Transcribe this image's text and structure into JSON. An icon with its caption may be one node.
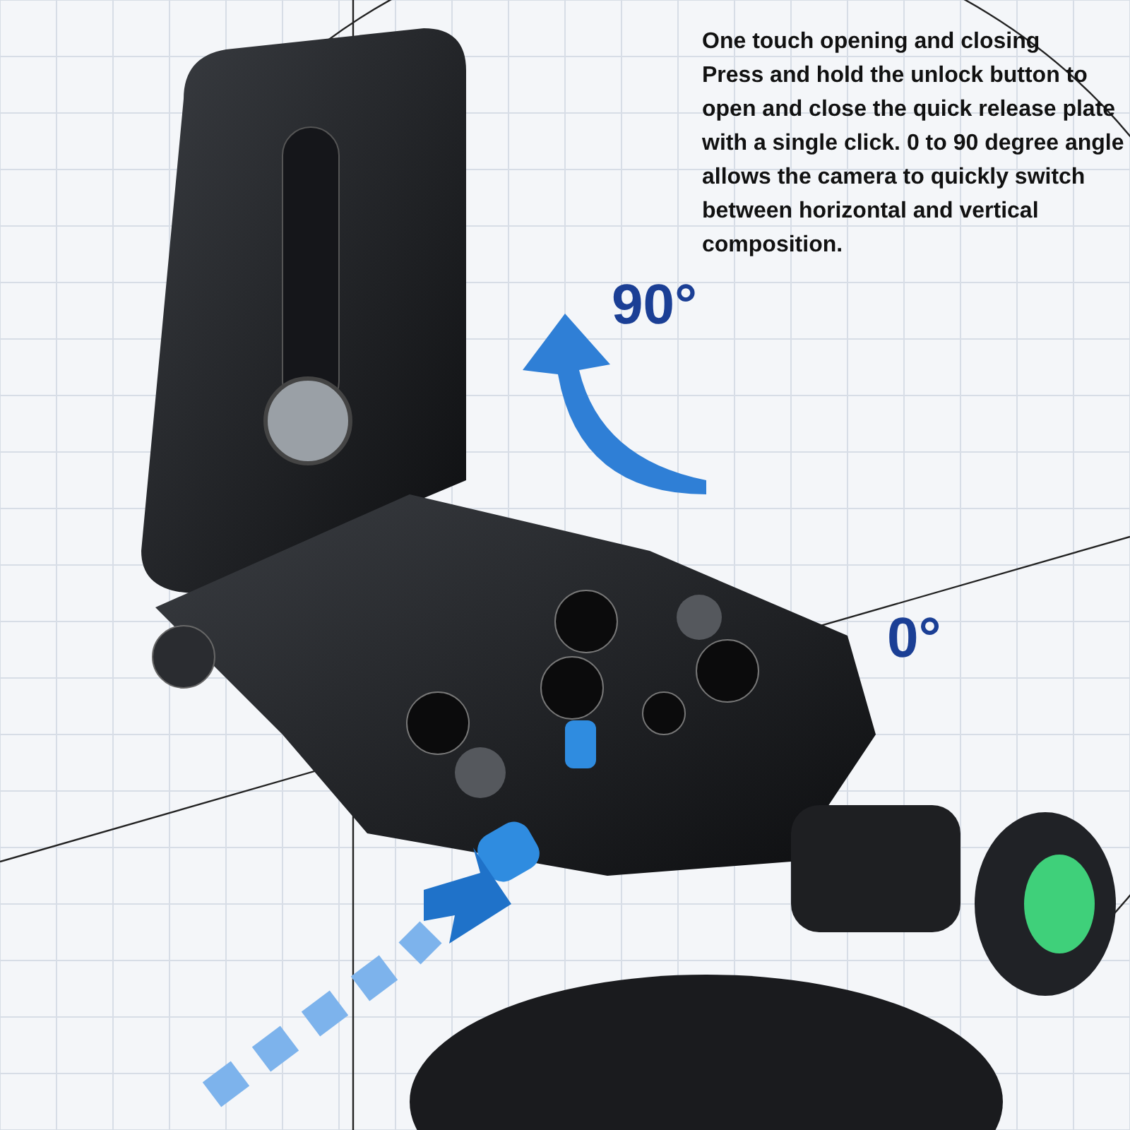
{
  "diagram": {
    "labels": [
      "One touch opening and closing",
      "Press and hold the unlock button to open and close the quick release plate with a single click. 0 to 90 degree angle allows the camera to quickly switch between horizontal and vertical composition.",
      "90°",
      "0°"
    ]
  }
}
